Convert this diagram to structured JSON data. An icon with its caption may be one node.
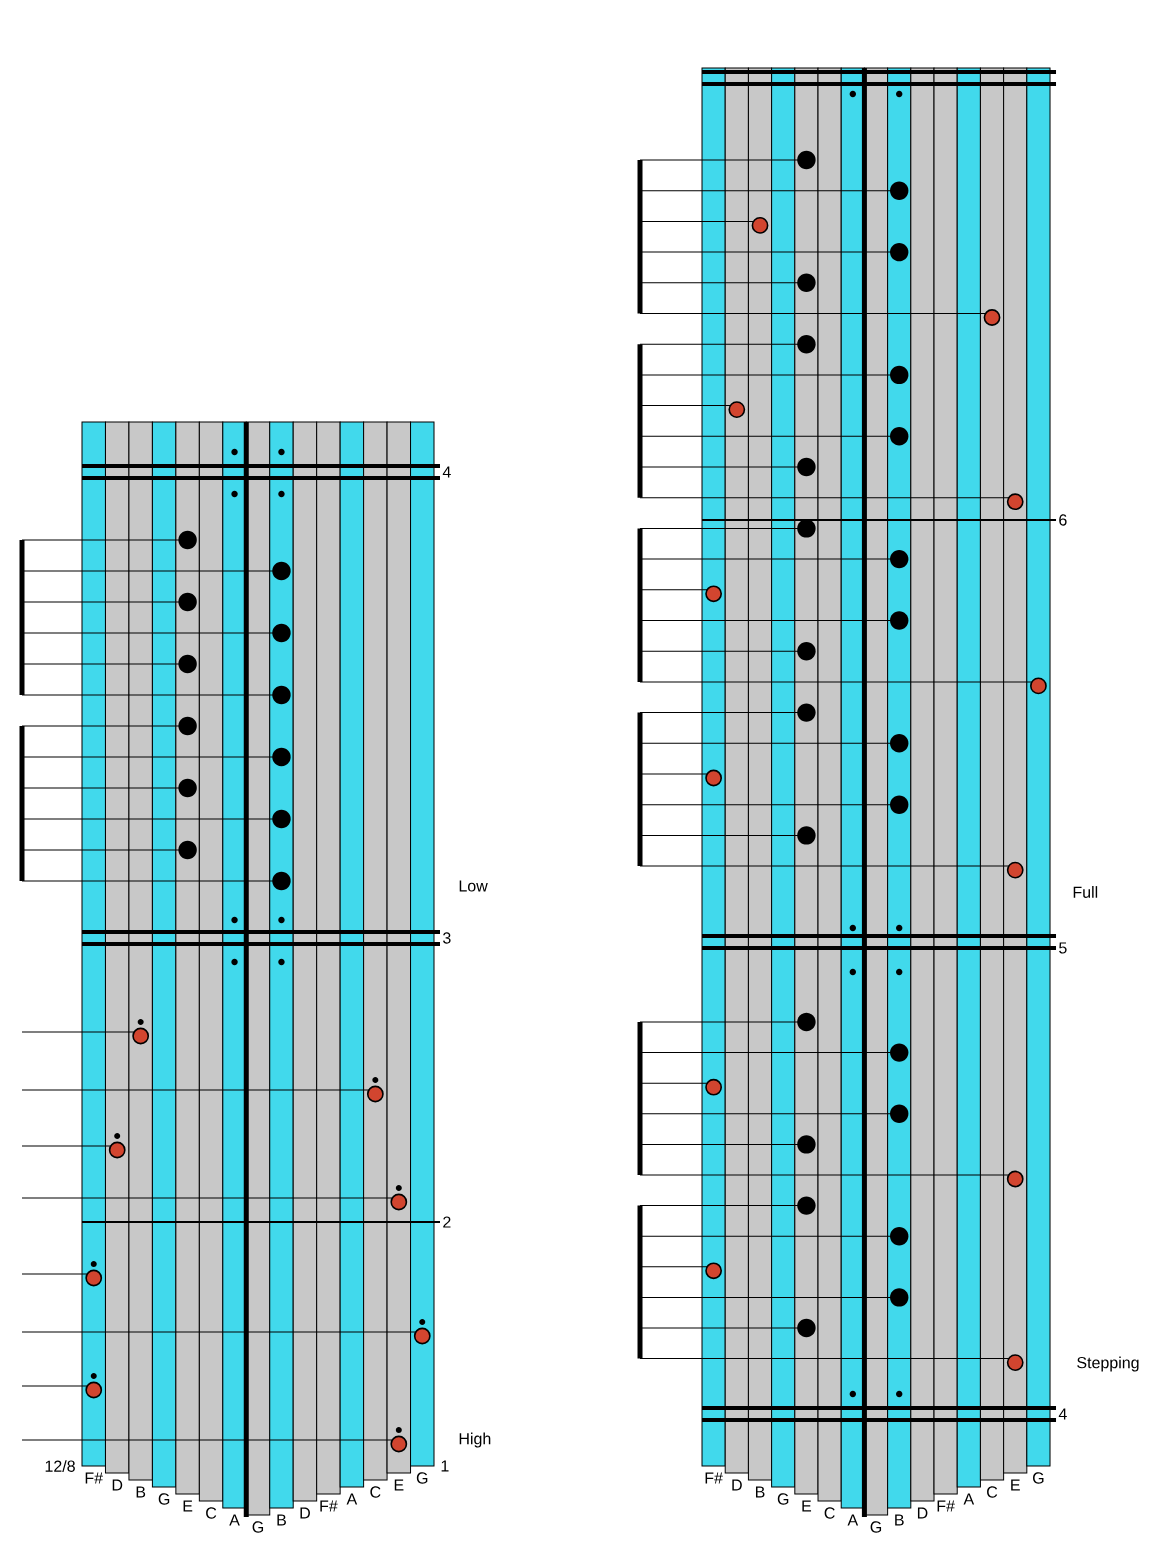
{
  "diagram": {
    "labels": [
      "4",
      "Low",
      "3",
      "2",
      "High",
      "1",
      "12/8",
      "F#",
      "D",
      "B",
      "G",
      "E",
      "C",
      "A",
      "G",
      "B",
      "D",
      "F#",
      "A",
      "C",
      "E",
      "G",
      "6",
      "Full",
      "5",
      "Stepping",
      "4",
      "F#",
      "D",
      "B",
      "G",
      "E",
      "C",
      "A",
      "G",
      "B",
      "D",
      "F#",
      "A",
      "C",
      "E",
      "G"
    ]
  }
}
